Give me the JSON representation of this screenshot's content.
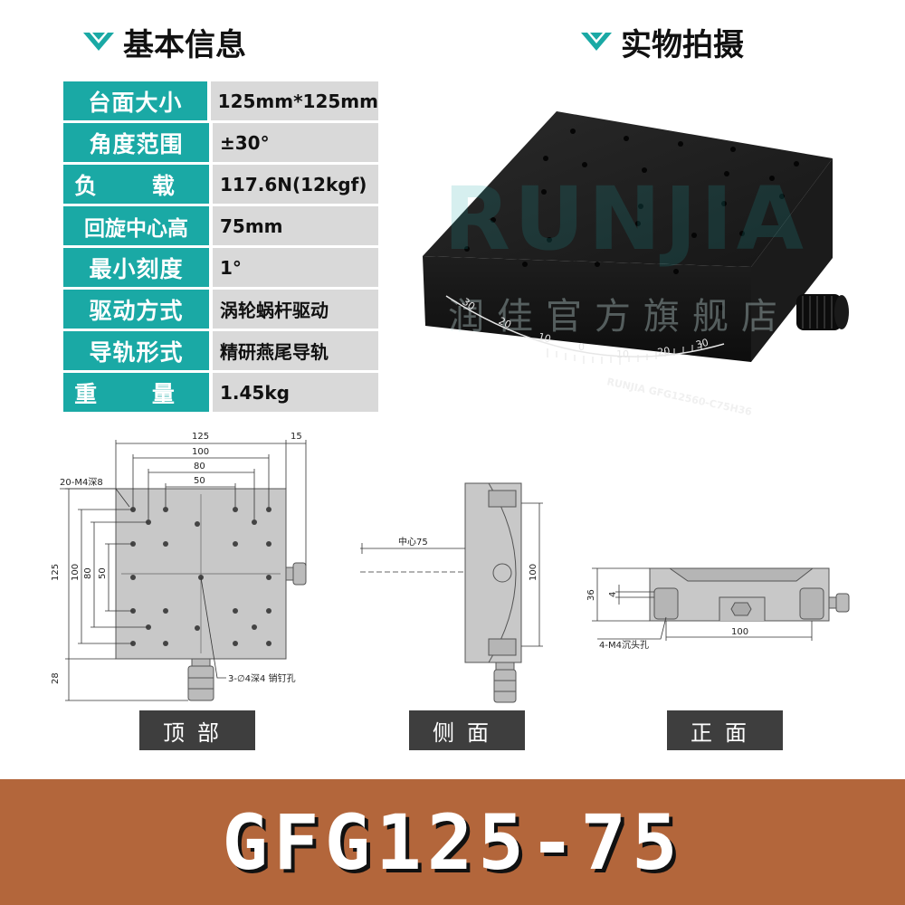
{
  "headings": {
    "basic_info": "基本信息",
    "photo": "实物拍摄"
  },
  "specs": [
    {
      "label": "台面大小",
      "value": "125mm*125mm"
    },
    {
      "label": "角度范围",
      "value": "±30°"
    },
    {
      "label": "负 载",
      "value": "117.6N(12kgf)"
    },
    {
      "label": "回旋中心高",
      "value": "75mm"
    },
    {
      "label": "最小刻度",
      "value": "1°"
    },
    {
      "label": "驱动方式",
      "value": "涡轮蜗杆驱动"
    },
    {
      "label": "导轨形式",
      "value": "精研燕尾导轨"
    },
    {
      "label": "重 量",
      "value": "1.45kg"
    }
  ],
  "photo": {
    "watermark_brand": "RUNJIA",
    "watermark_shop": "润佳官方旗舰店",
    "engraving": "RUNJIA GFG12560-C75H36",
    "scale_labels": [
      "30",
      "20",
      "10",
      "0",
      "10",
      "20",
      "30"
    ]
  },
  "top_view": {
    "dim_125": "125",
    "dim_15": "15",
    "dim_100": "100",
    "dim_80": "80",
    "dim_50": "50",
    "holes_note": "20-M4深8",
    "pin_note": "3-∅4深4 销钉孔",
    "left_125": "125",
    "left_100": "100",
    "left_80": "80",
    "left_50": "50",
    "left_28": "28"
  },
  "side_view": {
    "center": "中心75",
    "dim_100": "100"
  },
  "front_view": {
    "dim_36": "36",
    "dim_4": "4",
    "counterbore": "4-M4沉头孔",
    "dim_100": "100"
  },
  "views": {
    "top": "顶部",
    "side": "侧面",
    "front": "正面"
  },
  "model": "GFG125-75",
  "colors": {
    "accent": "#1aa9a5",
    "footer": "#b3663b",
    "label_bg": "#3e3e3e"
  }
}
